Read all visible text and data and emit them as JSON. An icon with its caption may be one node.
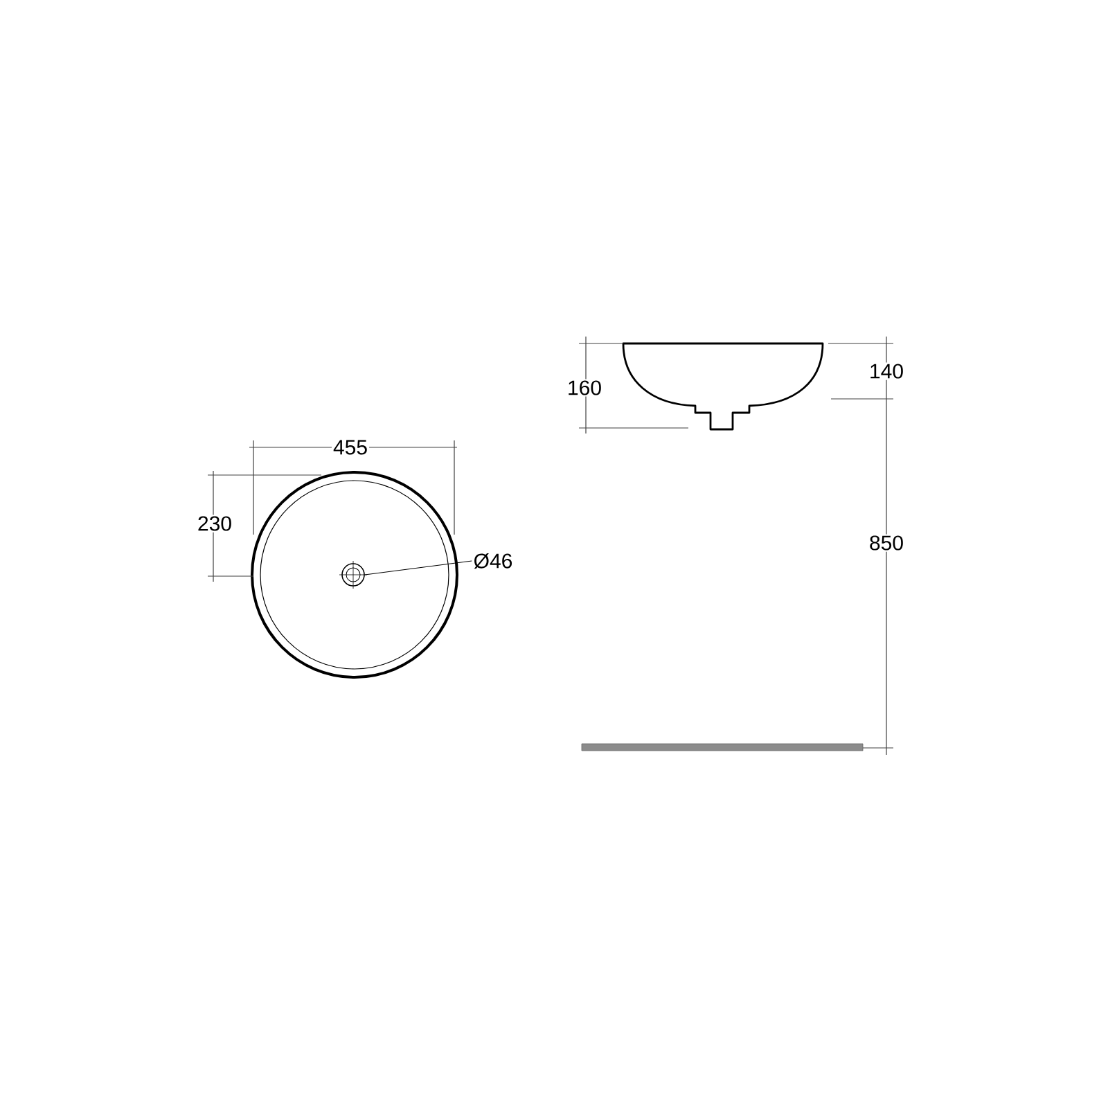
{
  "diagram": {
    "nodes": [
      {
        "text": [],
        "shape": "circle"
      },
      {
        "text": [
          "Ø46"
        ]
      }
    ],
    "edges": [
      {
        "from": 1,
        "to": 0,
        "arrow": "none"
      }
    ],
    "labels": [
      "160",
      "140",
      "455",
      "230",
      "850"
    ]
  }
}
